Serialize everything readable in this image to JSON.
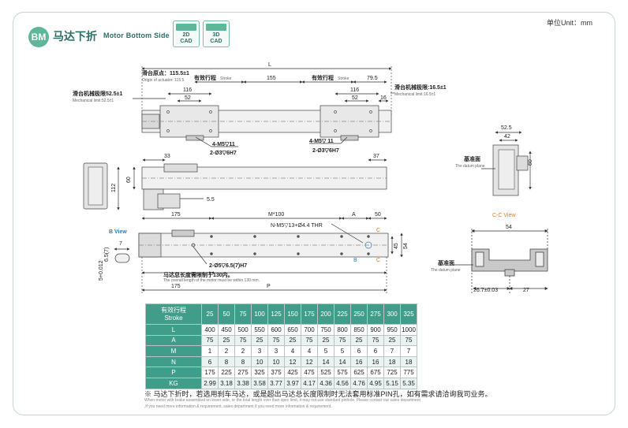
{
  "header": {
    "badge": "BM",
    "title_cn": "马达下折",
    "title_en": "Motor Bottom Side",
    "cad_buttons": [
      {
        "top": "2D",
        "bottom": "CAD"
      },
      {
        "top": "3D",
        "bottom": "CAD"
      }
    ],
    "unit": "单位Unit：mm"
  },
  "drawing": {
    "L": "L",
    "origin_cn": "滑台原点：115.5±1",
    "origin_en": "Origin of actuator: 115.5",
    "stroke_label_left_cn": "有效行程",
    "stroke_label_left_en": "Stroke",
    "dim_155": "155",
    "stroke_label_right_cn": "有效行程",
    "stroke_label_right_en": "Stroke",
    "dim_79_5": "79.5",
    "mech_limit_left_cn": "滑台机械极限52.5±1",
    "mech_limit_left_en": "Mechanical limit:52.5±1",
    "mech_limit_right_cn": "滑台机械极限:16.5±1",
    "mech_limit_right_en": "Mechanical limit:16.5±1",
    "dim_116_left": "116",
    "dim_52_left": "52",
    "dim_116_right": "116",
    "dim_52_right": "52",
    "dim_16_right": "16",
    "hole_m5_left": "4-M5▽11",
    "hole_pin_left": "2-Ø3▽6H7",
    "hole_m5_right": "4-M5▽ 11",
    "hole_pin_right": "2-Ø3▽6H7",
    "dim_33": "33",
    "dim_37": "37",
    "dim_60_side": "60",
    "dim_112": "112",
    "dim_5_5": "5.5",
    "dim_175_top": "175",
    "dim_m100": "M*100",
    "dim_A": "A",
    "dim_50": "50",
    "hole_n_m5": "N-M5▽13+Ø4.4 THR",
    "b_view": "B View",
    "dim_7": "7",
    "dim_6_5": "6.5(7)",
    "dim_5_tol": "5+0.012",
    "label_C_top": "C",
    "label_C_bottom": "C",
    "label_B": "B",
    "dim_45": "45",
    "dim_54_side": "54",
    "hole_pin_bottom": "2-Ø5▽6.5(7)H7",
    "motor_note_cn": "马达总长度需限制于130内。",
    "motor_note_en": "The overall length of the motor must be within 130 mm.",
    "dim_175_bottom": "175",
    "dim_P": "P",
    "end_52_5": "52.5",
    "end_42": "42",
    "end_60": "60",
    "datum_cn_1": "基准面",
    "datum_en_1": "The datum plane",
    "cc_view": "C-C View",
    "cc_54": "54",
    "datum_cn_2": "基准面",
    "datum_en_2": "The datum plane",
    "cc_26_7": "26.7±0.03",
    "cc_27": "27"
  },
  "table": {
    "header_cn": "有效行程",
    "header_en": "Stroke",
    "strokes": [
      "25",
      "50",
      "75",
      "100",
      "125",
      "150",
      "175",
      "200",
      "225",
      "250",
      "275",
      "300",
      "325"
    ],
    "rows": [
      {
        "label": "L",
        "values": [
          "400",
          "450",
          "500",
          "550",
          "600",
          "650",
          "700",
          "750",
          "800",
          "850",
          "900",
          "950",
          "1000"
        ]
      },
      {
        "label": "A",
        "values": [
          "75",
          "25",
          "75",
          "25",
          "75",
          "25",
          "75",
          "25",
          "75",
          "25",
          "75",
          "25",
          "75"
        ]
      },
      {
        "label": "M",
        "values": [
          "1",
          "2",
          "2",
          "3",
          "3",
          "4",
          "4",
          "5",
          "5",
          "6",
          "6",
          "7",
          "7"
        ]
      },
      {
        "label": "N",
        "values": [
          "6",
          "8",
          "8",
          "10",
          "10",
          "12",
          "12",
          "14",
          "14",
          "16",
          "16",
          "18",
          "18"
        ]
      },
      {
        "label": "P",
        "values": [
          "175",
          "225",
          "275",
          "325",
          "375",
          "425",
          "475",
          "525",
          "575",
          "625",
          "675",
          "725",
          "775"
        ]
      },
      {
        "label": "KG",
        "values": [
          "2.99",
          "3.18",
          "3.38",
          "3.58",
          "3.77",
          "3.97",
          "4.17",
          "4.36",
          "4.56",
          "4.76",
          "4.95",
          "5.15",
          "5.35"
        ]
      }
    ]
  },
  "notes": {
    "cn": "※ 马达下折时，若选用刹车马达，或是超出马达总长度限制时无法套用标准PIN孔，如有需求请洽询我司业务。",
    "en1": "When motor with brake assembled on lower side, or the total length over than spec limit, it may not use standard pinhole. Please contact our sales department",
    "en2": ",if you need more information & requirement. sales department if you need more information & requirement."
  },
  "colors": {
    "accent": "#5fb79a",
    "table_header": "#3f9d8a",
    "callout_blue": "#2f7fc1",
    "callout_orange": "#e07a20"
  }
}
